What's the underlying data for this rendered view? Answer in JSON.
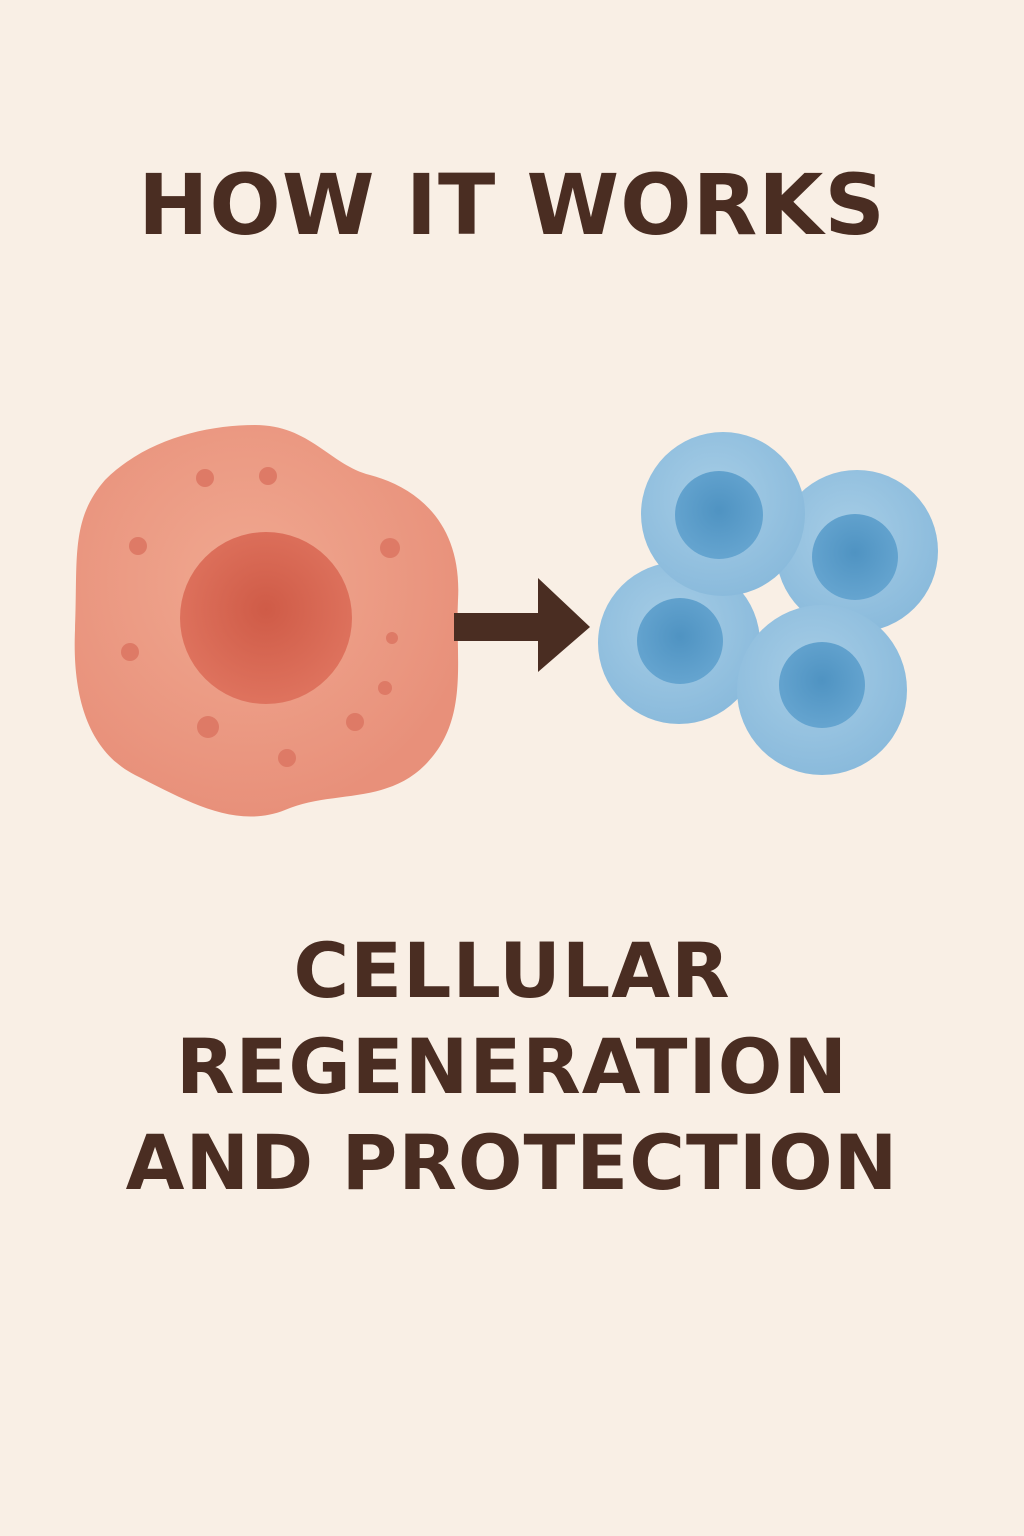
{
  "heading": "HOW IT WORKS",
  "caption": {
    "lines": [
      "CELLULAR",
      "REGENERATION",
      "AND PROTECTION"
    ]
  },
  "colors": {
    "background": "#f9efe5",
    "text": "#4a2d22",
    "source_cell_body": "#ec9a84",
    "source_cell_nucleus": "#d4604b",
    "source_cell_dots": "#de7a66",
    "arrow": "#4a2d22",
    "new_cell_body": "#94c2e0",
    "new_cell_nucleus": "#5b9dc8"
  },
  "icons": {
    "source_cell": "damaged-cell-icon",
    "arrow": "arrow-right-icon",
    "new_cells": "regenerated-cells-icon"
  }
}
